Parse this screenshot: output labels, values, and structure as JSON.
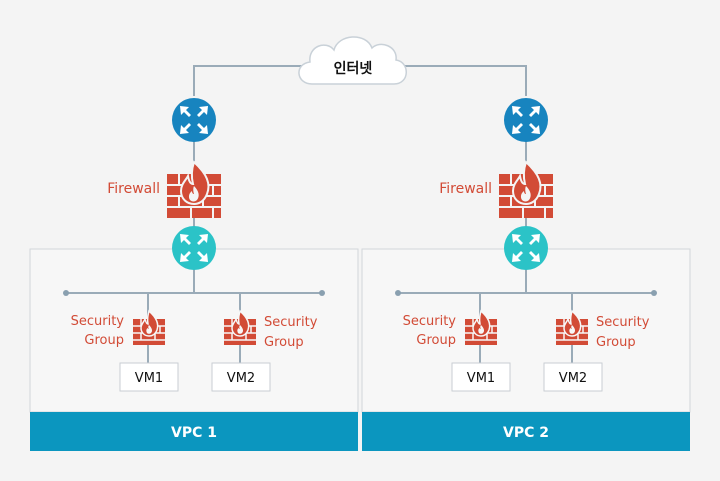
{
  "internet": {
    "label": "인터넷",
    "icon": "cloud-icon"
  },
  "colors": {
    "background": "#f4f4f4",
    "line": "#9aabb8",
    "router": "#1784bf",
    "vpc_router": "#2bc3c7",
    "firewall": "#d24b36",
    "vpc_band": "#0b96bf",
    "text_label": "#d24b36"
  },
  "firewall_label": "Firewall",
  "security_group_label": {
    "line1": "Security",
    "line2": "Group"
  },
  "vpcs": [
    {
      "name": "VPC 1",
      "vm_left": "VM1",
      "vm_right": "VM2"
    },
    {
      "name": "VPC 2",
      "vm_left": "VM1",
      "vm_right": "VM2"
    }
  ]
}
